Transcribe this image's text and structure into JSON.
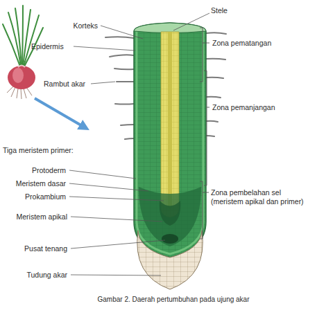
{
  "diagram": {
    "caption": "Gambar 2. Daerah pertumbuhan pada ujung akar",
    "labels": [
      "Stele",
      "Korteks",
      "Epidermis",
      "Rambut akar",
      "Zona pematangan",
      "Zona pemanjangan",
      "Tiga meristem primer:",
      "Protoderm",
      "Meristem dasar",
      "Prokambium",
      "Meristem apikal",
      "Zona pembelahan sel (meristem apikal dan primer)",
      "Pusat tenang",
      "Tudung akar"
    ]
  }
}
